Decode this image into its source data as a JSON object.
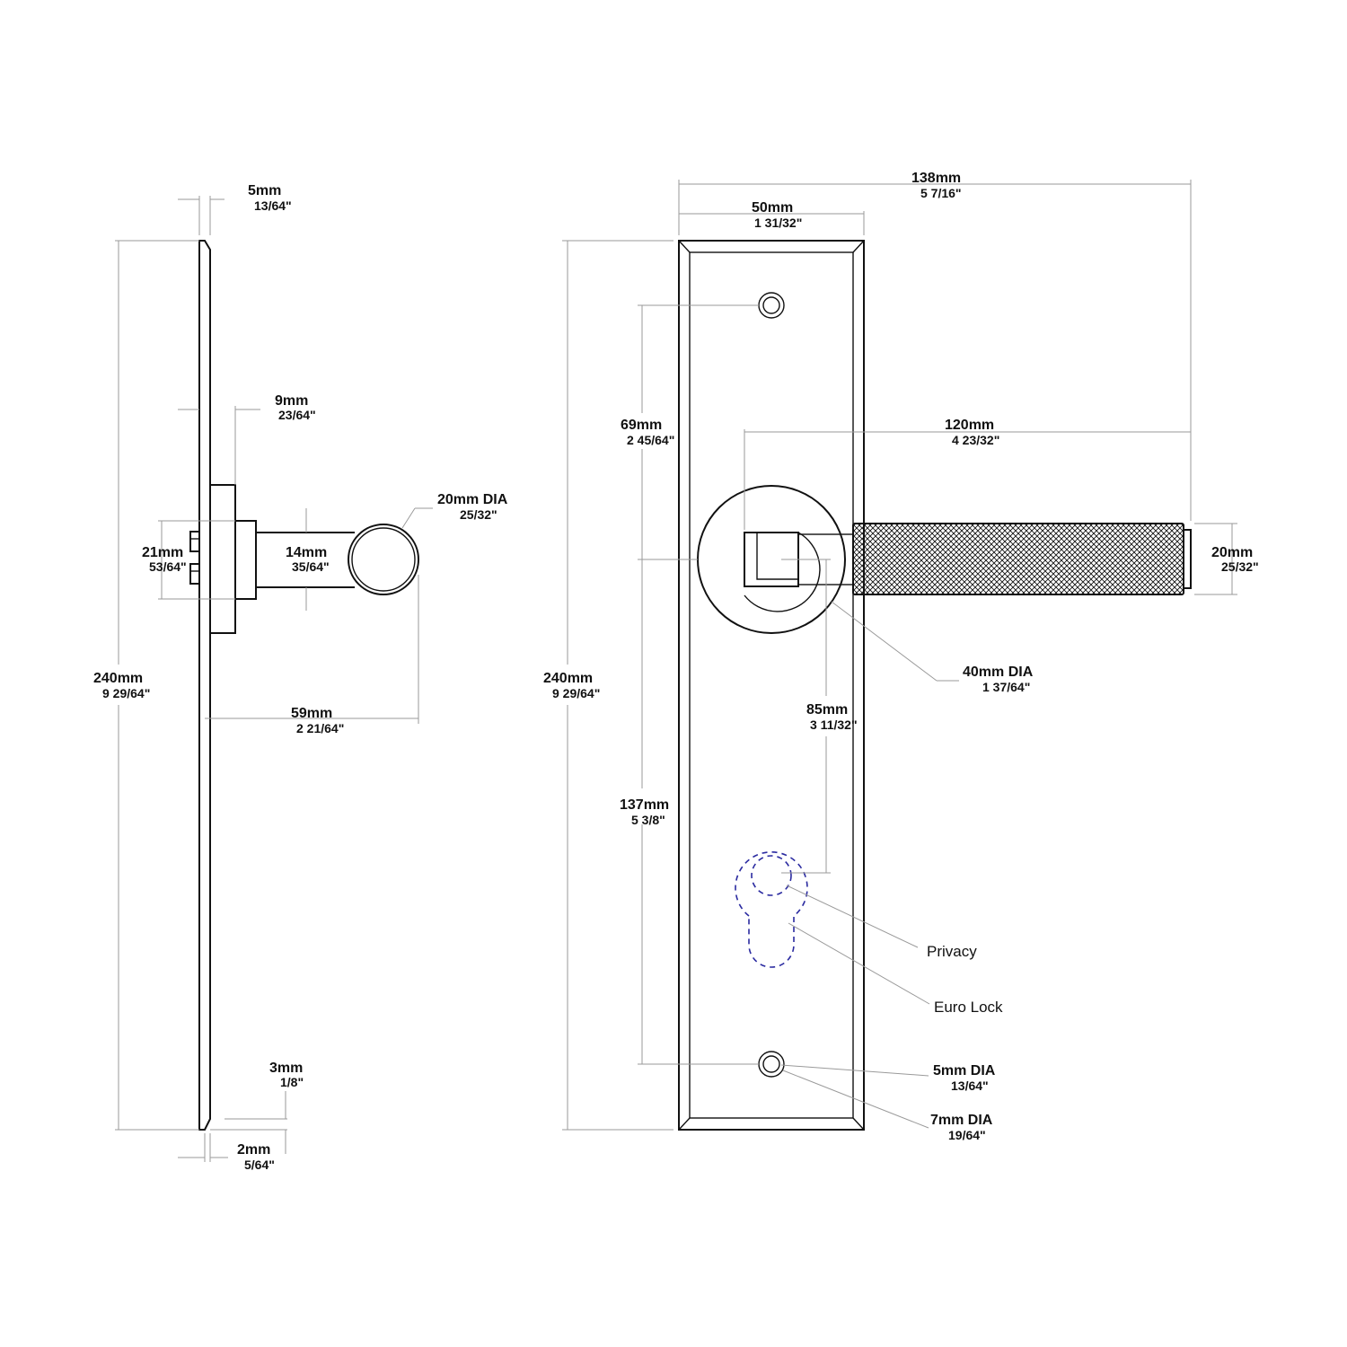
{
  "side_view": {
    "plate_thickness": {
      "mm": "5mm",
      "inch": "13/64\""
    },
    "rose_depth": {
      "mm": "9mm",
      "inch": "23/64\""
    },
    "grip_diameter": {
      "mm": "20mm DIA",
      "inch": "25/32\""
    },
    "spindle_span": {
      "mm": "21mm",
      "inch": "53/64\""
    },
    "neck_diameter": {
      "mm": "14mm",
      "inch": "35/64\""
    },
    "height": {
      "mm": "240mm",
      "inch": "9 29/64\""
    },
    "projection": {
      "mm": "59mm",
      "inch": "2 21/64\""
    },
    "bevel_height": {
      "mm": "3mm",
      "inch": "1/8\""
    },
    "bevel_width": {
      "mm": "2mm",
      "inch": "5/64\""
    }
  },
  "front_view": {
    "overall_width": {
      "mm": "138mm",
      "inch": "5 7/16\""
    },
    "plate_width": {
      "mm": "50mm",
      "inch": "1 31/32\""
    },
    "screw_to_lever": {
      "mm": "69mm",
      "inch": "2 45/64\""
    },
    "lever_length": {
      "mm": "120mm",
      "inch": "4 23/32\""
    },
    "lever_diameter": {
      "mm": "20mm",
      "inch": "25/32\""
    },
    "rose_diameter": {
      "mm": "40mm DIA",
      "inch": "1 37/64\""
    },
    "height": {
      "mm": "240mm",
      "inch": "9 29/64\""
    },
    "lever_to_lock": {
      "mm": "85mm",
      "inch": "3 11/32\""
    },
    "lever_to_screw": {
      "mm": "137mm",
      "inch": "5 3/8\""
    },
    "screw_hole": {
      "mm": "5mm DIA",
      "inch": "13/64\""
    },
    "screw_head": {
      "mm": "7mm DIA",
      "inch": "19/64\""
    }
  },
  "callouts": {
    "privacy": "Privacy",
    "euro_lock": "Euro Lock"
  },
  "colors": {
    "line": "#111111",
    "dimension": "#9a9a9a",
    "hidden_lock": "#2a2aa0"
  }
}
